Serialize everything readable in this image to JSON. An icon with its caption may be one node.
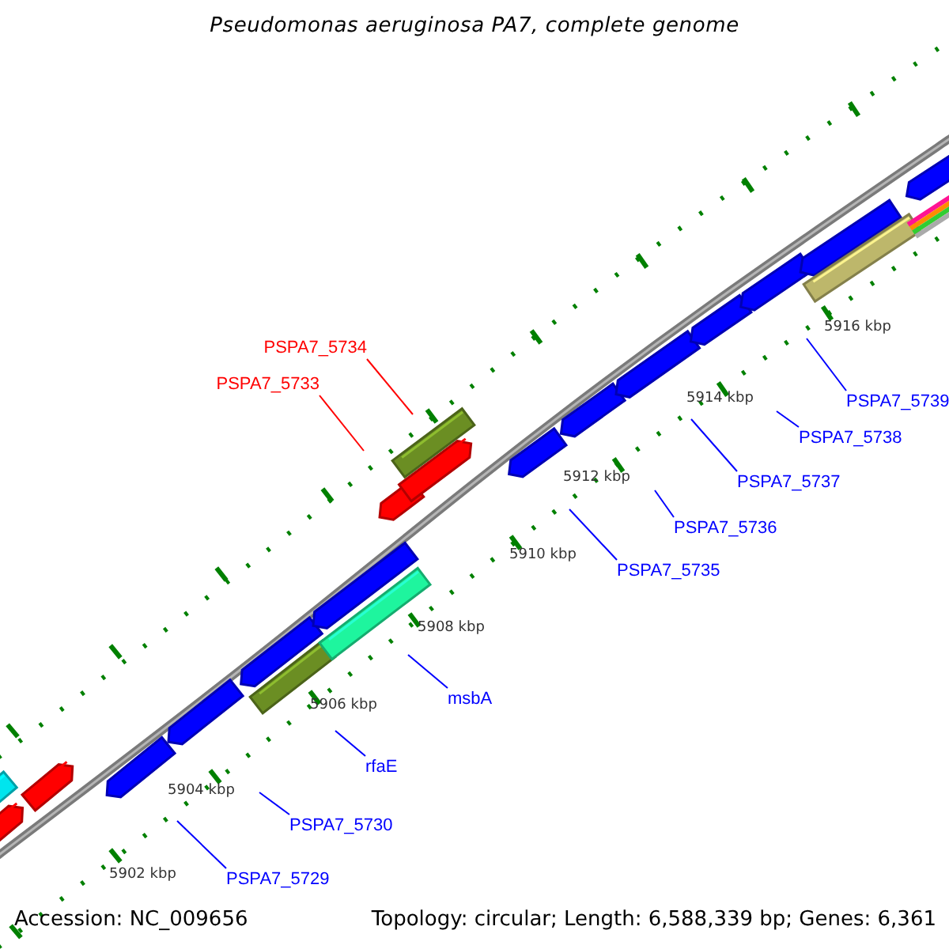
{
  "diagram": {
    "title": "Pseudomonas aeruginosa PA7, complete genome",
    "nodes": [
      {
        "text": [
          "PSPA7_5734"
        ]
      },
      {
        "text": [
          "PSPA7_5733"
        ]
      },
      {
        "text": [
          "PSPA7_5739"
        ]
      },
      {
        "text": [
          "PSPA7_5738"
        ]
      },
      {
        "text": [
          "PSPA7_5737"
        ]
      },
      {
        "text": [
          "PSPA7_5736"
        ]
      },
      {
        "text": [
          "PSPA7_5735"
        ]
      },
      {
        "text": [
          "msbA"
        ]
      },
      {
        "text": [
          "rfaE"
        ]
      },
      {
        "text": [
          "PSPA7_5730"
        ]
      },
      {
        "text": [
          "PSPA7_5729"
        ]
      }
    ],
    "edges": [
      {
        "from": 0,
        "to": null,
        "arrow": "none",
        "color": "#ff0000"
      },
      {
        "from": 1,
        "to": null,
        "arrow": "none",
        "color": "#ff0000"
      },
      {
        "from": 2,
        "to": null,
        "arrow": "none"
      },
      {
        "from": 3,
        "to": null,
        "arrow": "none"
      },
      {
        "from": 4,
        "to": null,
        "arrow": "none"
      },
      {
        "from": 5,
        "to": null,
        "arrow": "none"
      },
      {
        "from": 6,
        "to": null,
        "arrow": "none"
      },
      {
        "from": 7,
        "to": null,
        "arrow": "none"
      },
      {
        "from": 8,
        "to": null,
        "arrow": "none"
      },
      {
        "from": 9,
        "to": null,
        "arrow": "none"
      },
      {
        "from": 10,
        "to": null,
        "arrow": "none"
      }
    ],
    "labels": [
      "5916 kbp",
      "5914 kbp",
      "5912 kbp",
      "5910 kbp",
      "5908 kbp",
      "5906 kbp",
      "5904 kbp",
      "5902 kbp",
      "Accession: NC_009656",
      "Topology: circular; Length: 6,588,339 bp; Genes: 6,361"
    ]
  }
}
